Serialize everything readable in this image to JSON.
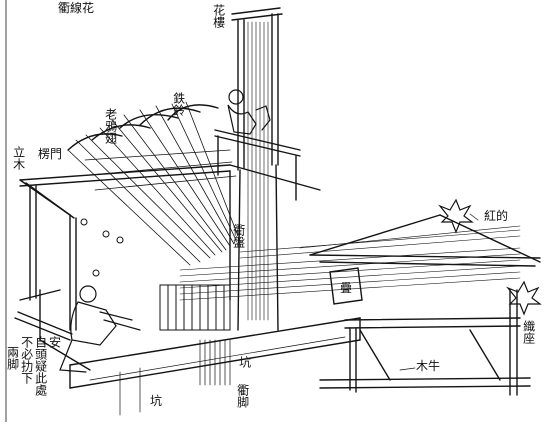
{
  "figure": {
    "labels": {
      "top_title": "衢線花",
      "flower_tower": "花樓",
      "iron_rods": "鉄鈴",
      "old_crow_wings": "老鴉翅",
      "leng_men": "楞門",
      "stand_wood": "立木",
      "shu_pan": "衢盤",
      "red_cloth": "紅的",
      "weave_seat": "織座",
      "fang_rod": "疊",
      "wood_ox": "木牛",
      "keng": "坑",
      "shu_jiao": "衢脚",
      "two_feet": "兩脚",
      "note_lines": [
        "自頭疑此處",
        "不必扐下",
        "安"
      ]
    },
    "ink_color": "#141414",
    "paper_color": "#ffffff"
  }
}
